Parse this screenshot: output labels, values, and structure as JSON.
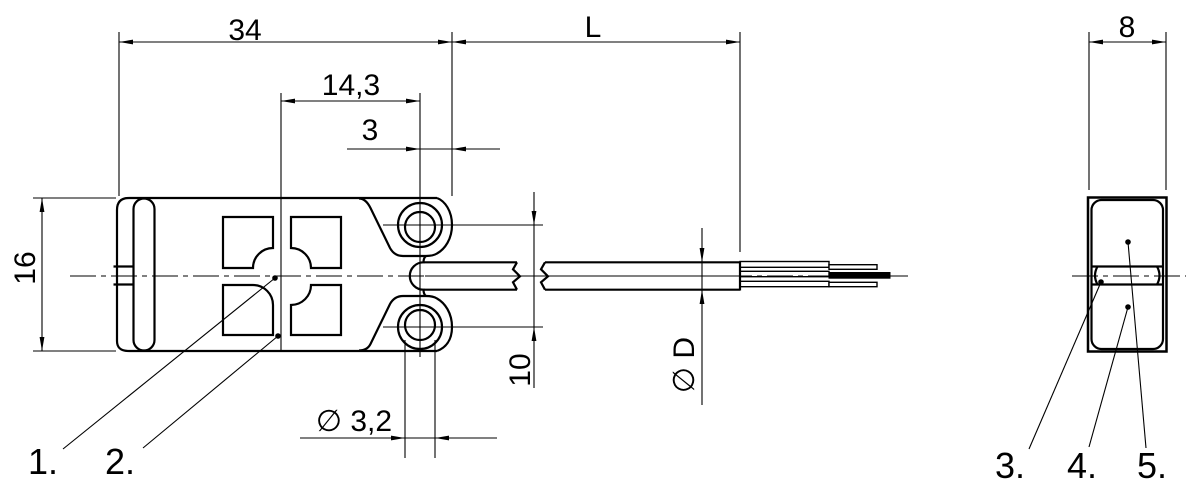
{
  "drawing": {
    "background": "#ffffff",
    "line_color": "#000000",
    "dimensions": {
      "body_width": "34",
      "cable_length": "L",
      "center_to_hole": "14,3",
      "hole_to_edge": "3",
      "body_height": "16",
      "hole_spacing": "10",
      "cable_diameter": "∅ D",
      "mounting_hole_diameter": "∅ 3,2",
      "body_depth": "8"
    },
    "callouts": [
      "1.",
      "2.",
      "3.",
      "4.",
      "5."
    ]
  }
}
